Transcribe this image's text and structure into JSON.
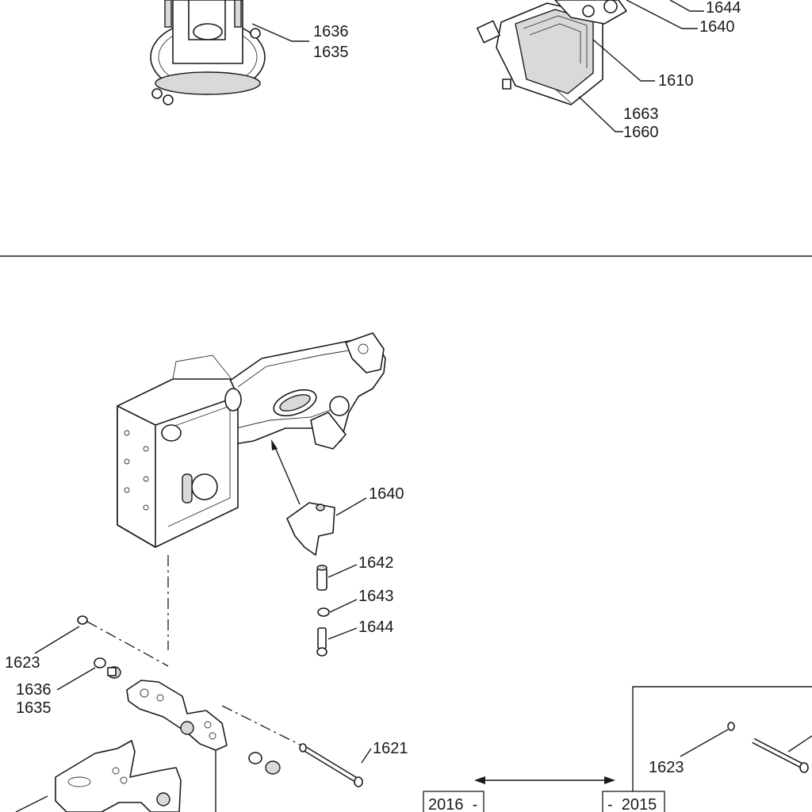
{
  "callouts": {
    "top_left_1636": "1636",
    "top_left_1635": "1635",
    "top_right_1644": "1644",
    "top_right_1640": "1640",
    "top_right_1610": "1610",
    "top_right_1663": "1663",
    "top_right_1660": "1660",
    "main_1640": "1640",
    "main_1642": "1642",
    "main_1643": "1643",
    "main_1644": "1644",
    "main_1623": "1623",
    "main_1636": "1636",
    "main_1635": "1635",
    "main_1621": "1621",
    "right_1623": "1623"
  },
  "model_years": {
    "from_label": "2016  -",
    "to_label": "-  2015"
  }
}
